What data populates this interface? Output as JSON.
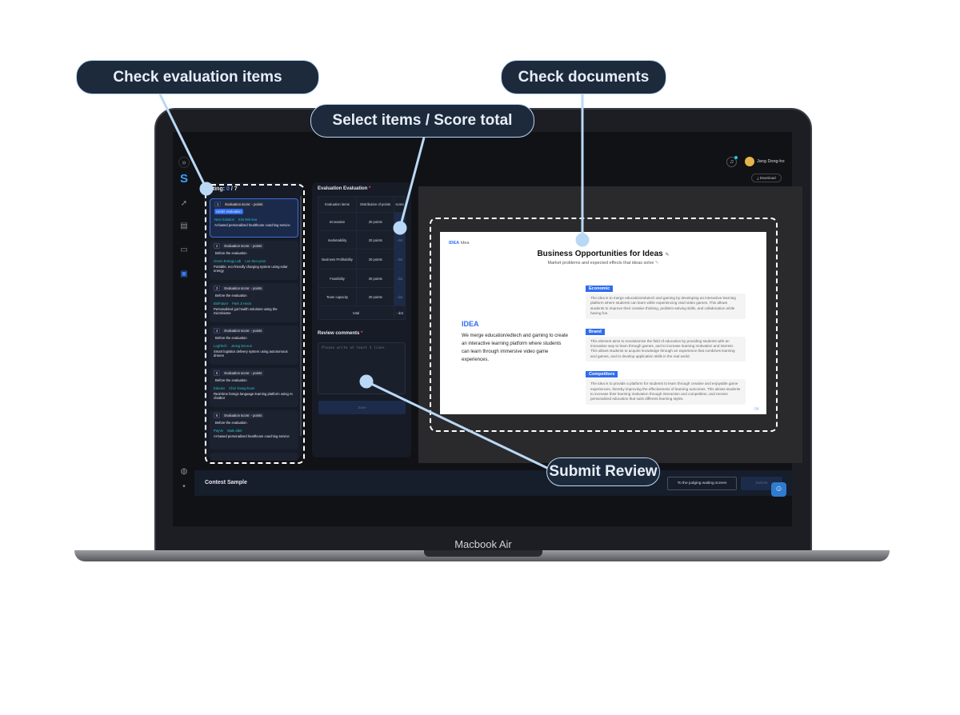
{
  "device_label": "Macbook Air",
  "callouts": {
    "check_items": "Check evaluation items",
    "select_items": "Select items / Score total",
    "check_docs": "Check documents",
    "submit_review": "Submit Review"
  },
  "header": {
    "user_name": "Jang Dong-ho",
    "download": "Download"
  },
  "left_panel": {
    "title_prefix": "ating: ",
    "done": "0",
    "total": " / 7",
    "cards": [
      {
        "num": "1",
        "score": "Evaluation score: - points",
        "status": "Under evaluation",
        "team": "Next Solution",
        "person": "Kim Min-soo",
        "title": "AI-based personalized healthcare coaching service"
      },
      {
        "num": "2",
        "score": "Evaluation score: - points",
        "status": "Before the evaluation",
        "team": "Green Energy Lab",
        "person": "Lee Seo-yeon",
        "title": "Portable, eco-friendly charging system using solar energy"
      },
      {
        "num": "3",
        "score": "Evaluation score: - points",
        "status": "Before the evaluation",
        "team": "BioFuture",
        "person": "Park Ji Hoon",
        "title": "Personalized gut health solutions using the microbiome"
      },
      {
        "num": "4",
        "score": "Evaluation score: - points",
        "status": "Before the evaluation",
        "team": "LogiTech",
        "person": "Jeong Da-eun",
        "title": "Smart logistics delivery system using autonomous drones"
      },
      {
        "num": "5",
        "score": "Evaluation score: - points",
        "status": "Before the evaluation",
        "team": "Edunex",
        "person": "Choi Young-hoon",
        "title": "Real-time foreign language learning platform using AI chatbot"
      },
      {
        "num": "6",
        "score": "Evaluation score: - points",
        "status": "Before the evaluation",
        "team": "PayVe",
        "person": "Male after",
        "title": "AI-based personalized healthcare coaching service"
      }
    ]
  },
  "evaluation": {
    "title": "Evaluation Evaluation",
    "required": "*",
    "headers": [
      "Evaluation items",
      "Distribution of points",
      "score"
    ],
    "rows": [
      {
        "item": "Innovation",
        "points": "20 points",
        "score": ""
      },
      {
        "item": "marketability",
        "points": "20 points",
        "score": "-dot"
      },
      {
        "item": "Business Profitability",
        "points": "20 points",
        "score": "-dot"
      },
      {
        "item": "Feasibility",
        "points": "20 points",
        "score": "-dot"
      },
      {
        "item": "Team capacity",
        "points": "20 points",
        "score": "-dot"
      }
    ],
    "total_label": "total",
    "total_value": "- dot",
    "comments_label": "Review comments",
    "comments_placeholder": "Please write at least 3 lines.",
    "save": "Save"
  },
  "slide": {
    "tag": "IDEA",
    "tag_label": "Idea",
    "title": "Business Opportunities for Ideas",
    "subtitle": "Market problems and expected effects that ideas solve",
    "idea_heading": "IDEA",
    "idea_text": "We merge education/edtech and gaming to create an interactive learning platform where students can learn through immersive video game experiences.",
    "sections": [
      {
        "label": "Economic",
        "text": "The idea is to merge education/edutech and gaming by developing an interactive learning platform where students can learn while experiencing vivid video games. This allows students to improve their creative thinking, problem-solving skills, and collaboration while having fun."
      },
      {
        "label": "Brand",
        "text": "This element aims to revolutionize the field of education by providing students with an innovative way to learn through games, and to increase learning motivation and interest. This allows students to acquire knowledge through an experience that combines learning and games, and to develop application skills in the real world."
      },
      {
        "label": "Competitors",
        "text": "The idea is to provide a platform for students to learn through creative and enjoyable game experiences, thereby improving the effectiveness of learning outcomes. This allows students to increase their learning motivation through interaction and competition, and receive personalized education that suits different learning styles."
      }
    ],
    "page": "04"
  },
  "footer": {
    "contest": "Contest Sample",
    "waiting": "To the judging waiting screen",
    "submit": "Submit"
  },
  "colors": {
    "accent": "#2f6cf0",
    "teal": "#27c5c5",
    "callout_line": "#b9d8f5"
  }
}
